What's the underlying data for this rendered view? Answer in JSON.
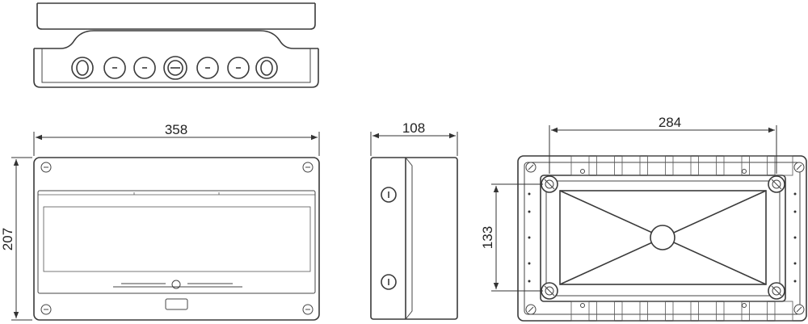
{
  "views": {
    "top": {
      "cable_glands": 7
    },
    "front": {
      "screws": 4
    },
    "side": {
      "screws": 2
    },
    "back": {
      "mount_holes": 4
    }
  },
  "dimensions": {
    "front_width": "358",
    "front_height": "207",
    "side_depth": "108",
    "back_hole_width": "284",
    "back_hole_height": "133"
  }
}
